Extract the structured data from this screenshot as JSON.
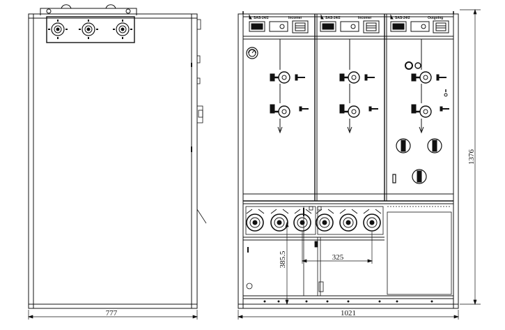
{
  "dimensions": {
    "side_width": "777",
    "front_width": "1021",
    "height": "1376",
    "bushing_spacing": "325",
    "bushing_height": "385.5"
  },
  "panels": [
    {
      "model": "SAS-24/2",
      "function": "Incomer"
    },
    {
      "model": "SAS-24/2",
      "function": "Incomer"
    },
    {
      "model": "SAS-24/2",
      "function": "Outgoing"
    }
  ],
  "colors": {
    "line": "#111111",
    "background": "#ffffff"
  },
  "icons": {
    "bushing": "concentric-circle-bushing",
    "gauge": "pressure-gauge-icon",
    "handle": "operating-handle-icon",
    "fuse": "fuse-indicator-icon"
  }
}
